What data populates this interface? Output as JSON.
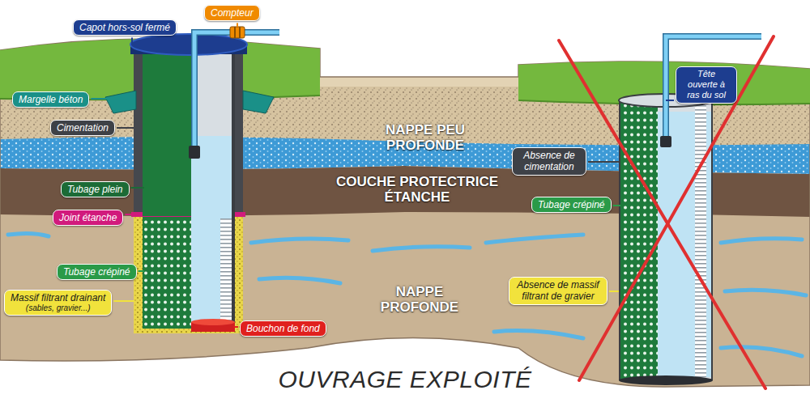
{
  "diagram": {
    "caption": "OUVRAGE EXPLOITÉ",
    "nodes": [
      {
        "text": [
          "Compteur"
        ]
      },
      {
        "text": [
          "Capot hors-sol fermé"
        ]
      },
      {
        "text": [
          "Tête ouverte à ras du sol"
        ]
      },
      {
        "text": [
          "Margelle béton"
        ]
      },
      {
        "text": [
          "Cimentation"
        ]
      },
      {
        "text": [
          "Absence de cimentation"
        ]
      },
      {
        "text": [
          "Tubage plein"
        ]
      },
      {
        "text": [
          "Tubage crépiné"
        ]
      },
      {
        "text": [
          "Joint étanche"
        ]
      },
      {
        "text": [
          "Tubage crépiné"
        ]
      },
      {
        "text": [
          "Massif filtrant drainant",
          "(sables, gravier...)"
        ]
      },
      {
        "text": [
          "Absence de massif filtrant de gravier"
        ]
      },
      {
        "text": [
          "Bouchon de fond"
        ]
      }
    ],
    "labels": [
      "NAPPE PEU PROFONDE",
      "COUCHE PROTECTRICE ÉTANCHE",
      "NAPPE PROFONDE"
    ]
  }
}
